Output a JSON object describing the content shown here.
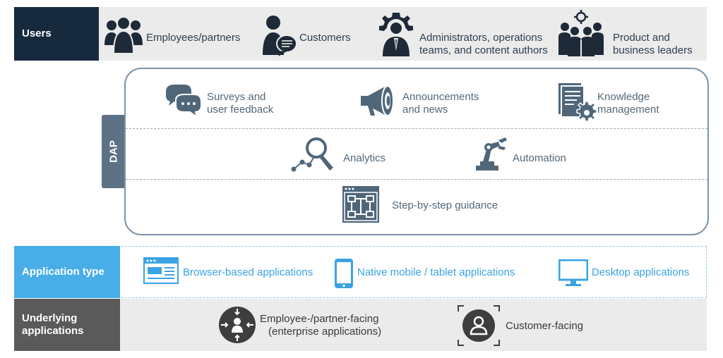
{
  "colors": {
    "users_label_bg": "#17293d",
    "app_type_label_bg": "#49aee8",
    "underlying_label_bg": "#5a5a5a",
    "band_gray": "#ebebeb",
    "dap_border": "#7f93a5",
    "dap_tab": "#5e7285",
    "icon_slate": "#50677a",
    "icon_navy": "#1f2a38",
    "accent_blue": "#3aa3e3",
    "circle_dark": "#3e3e3e"
  },
  "users": {
    "label": "Users",
    "items": [
      {
        "icon": "group-people-icon",
        "line1": "Employees/partners",
        "line2": ""
      },
      {
        "icon": "customer-chat-icon",
        "line1": "Customers",
        "line2": ""
      },
      {
        "icon": "admin-gear-person-icon",
        "line1": "Administrators, operations",
        "line2": "teams, and content authors"
      },
      {
        "icon": "leaders-target-icon",
        "line1": "Product and",
        "line2": "business leaders"
      }
    ]
  },
  "dap": {
    "label": "DAP",
    "row1": [
      {
        "icon": "chat-bubbles-icon",
        "line1": "Surveys and",
        "line2": "user feedback"
      },
      {
        "icon": "megaphone-icon",
        "line1": "Announcements",
        "line2": "and news"
      },
      {
        "icon": "document-gear-icon",
        "line1": "Knowledge",
        "line2": "management"
      }
    ],
    "row2": [
      {
        "icon": "magnifier-chart-icon",
        "label": "Analytics"
      },
      {
        "icon": "robot-arm-icon",
        "label": "Automation"
      }
    ],
    "row3": [
      {
        "icon": "flowchart-window-icon",
        "label": "Step-by-step guidance"
      }
    ]
  },
  "application_type": {
    "label": "Application type",
    "items": [
      {
        "icon": "browser-window-icon",
        "label": "Browser-based applications"
      },
      {
        "icon": "mobile-device-icon",
        "label": "Native mobile / tablet applications"
      },
      {
        "icon": "desktop-monitor-icon",
        "label": "Desktop applications"
      }
    ]
  },
  "underlying": {
    "label_line1": "Underlying",
    "label_line2": "applications",
    "items": [
      {
        "icon": "enterprise-user-arrows-icon",
        "line1": "Employee-/partner-facing",
        "line2": "(enterprise applications)"
      },
      {
        "icon": "customer-focus-icon",
        "label": "Customer-facing"
      }
    ]
  }
}
